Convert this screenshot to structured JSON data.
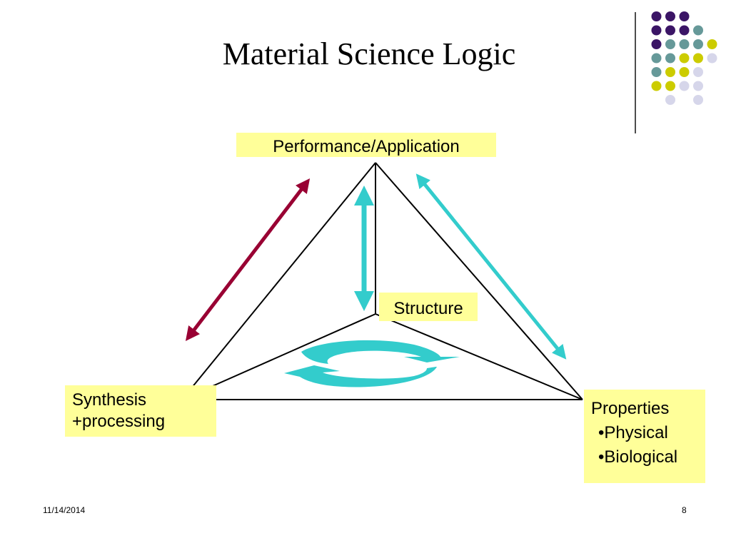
{
  "slide": {
    "title": "Material Science Logic",
    "date": "11/14/2014",
    "page_number": "8"
  },
  "diagram": {
    "nodes": {
      "performance": "Performance/Application",
      "structure": "Structure",
      "synthesis": [
        "Synthesis",
        "+processing"
      ],
      "properties": {
        "title": "Properties",
        "items": [
          "•Physical",
          "•Biological"
        ]
      }
    }
  },
  "colors": {
    "label_fill": "#ffff99",
    "cyan_arrow": "#33cccc",
    "maroon_arrow": "#990033",
    "dot_purple": "#3b1566",
    "dot_teal": "#669999",
    "dot_yellow": "#cccc00",
    "dot_lavender": "#d6d6ea"
  }
}
